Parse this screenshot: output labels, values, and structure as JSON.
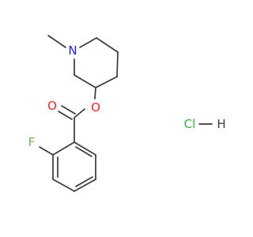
{
  "molecule": {
    "atoms": {
      "nitrogen": {
        "label": "N",
        "color": "#2020ff"
      },
      "ester_oxygen": {
        "label": "O",
        "color": "#ff2020"
      },
      "carbonyl_oxygen": {
        "label": "O",
        "color": "#ff2020"
      },
      "fluorine": {
        "label": "F",
        "color": "#7ab04c"
      }
    },
    "salt": {
      "chlorine": {
        "label": "Cl",
        "color": "#33b233"
      },
      "hydrogen": {
        "label": "H",
        "color": "#3a3a3a"
      }
    },
    "bond_color": "#3a3a3a"
  }
}
